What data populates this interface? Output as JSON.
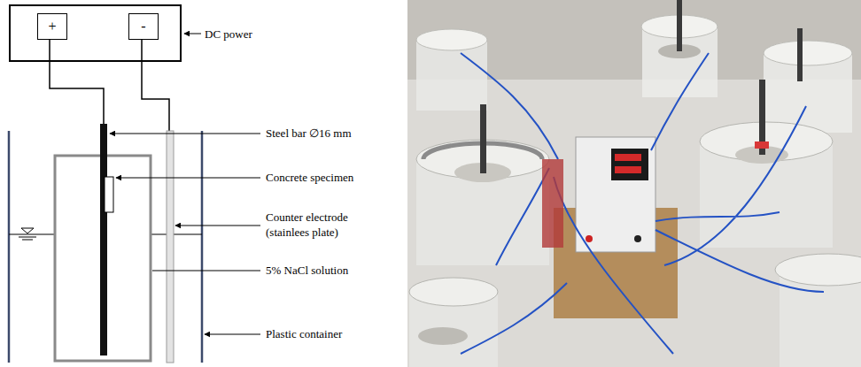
{
  "diagram": {
    "nodes": [
      {
        "text": [
          "DC power"
        ]
      },
      {
        "text": [
          "+"
        ],
        "in": 0
      },
      {
        "text": [
          "-"
        ],
        "in": 0
      }
    ],
    "labels": [
      "Steel bar ∅16 mm",
      "Concrete specimen",
      "Counter electrode (stainlees plate)",
      "5% NaCl solution",
      "Plastic container"
    ]
  }
}
